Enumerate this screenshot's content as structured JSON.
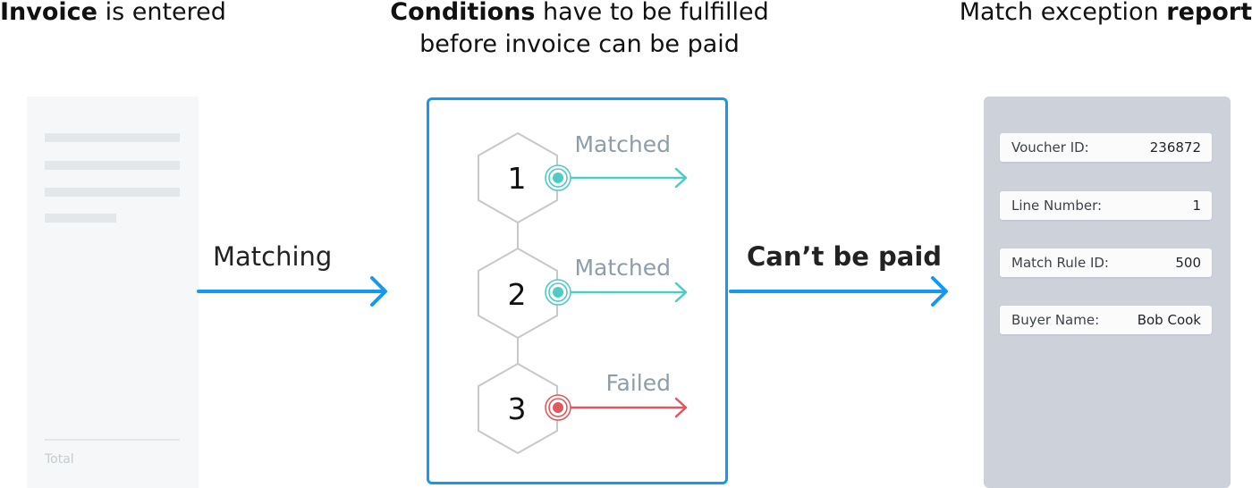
{
  "headings": {
    "left": {
      "bold": "Invoice",
      "rest": " is entered"
    },
    "middle": {
      "bold": "Conditions",
      "rest_line1": " have to be fulfilled",
      "line2": "before invoice can be paid"
    },
    "right": {
      "text": "Match exception ",
      "bold": "report"
    }
  },
  "invoice": {
    "total_label": "Total"
  },
  "arrows": {
    "matching": "Matching",
    "cant_be_paid": "Can’t be paid"
  },
  "conditions": [
    {
      "number": "1",
      "status": "Matched",
      "color": "#4fcbc2"
    },
    {
      "number": "2",
      "status": "Matched",
      "color": "#4fcbc2"
    },
    {
      "number": "3",
      "status": "Failed",
      "color": "#e0585f"
    }
  ],
  "report": {
    "fields": [
      {
        "label": "Voucher ID:",
        "value": "236872"
      },
      {
        "label": "Line Number:",
        "value": "1"
      },
      {
        "label": "Match Rule ID:",
        "value": "500"
      },
      {
        "label": "Buyer Name:",
        "value": "Bob Cook"
      }
    ]
  },
  "colors": {
    "accent_blue": "#1598f0",
    "report_bg": "#cdd2da",
    "matched": "#4fcbc2",
    "failed": "#e0585f"
  }
}
